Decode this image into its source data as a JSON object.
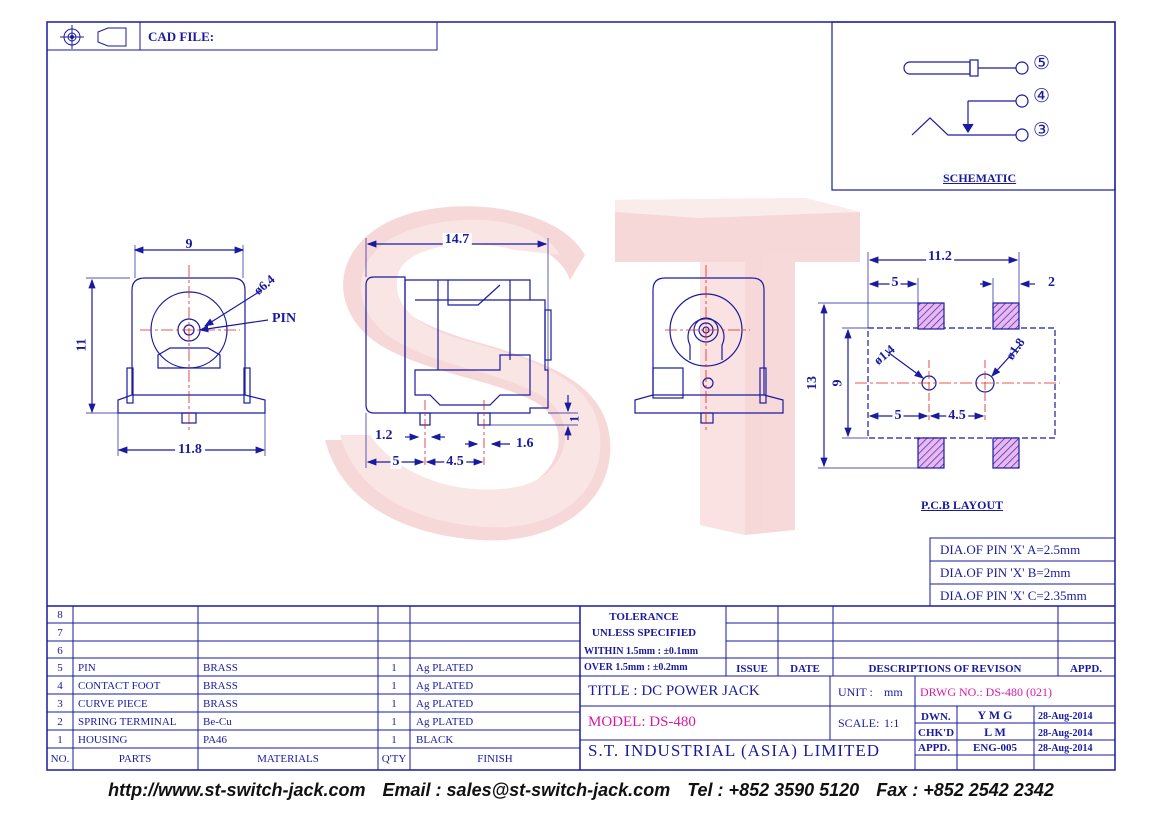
{
  "header": {
    "cad_file_label": "CAD FILE:"
  },
  "schematic": {
    "pins": [
      "⑤",
      "④",
      "③"
    ],
    "label": "SCHEMATIC"
  },
  "dimensions": {
    "front": {
      "width_top": "9",
      "hole_dia": "ø6.4",
      "pin_label": "PIN",
      "height": "11",
      "width_bottom": "11.8"
    },
    "side": {
      "length": "14.7",
      "pin_width": "1.2",
      "pin_gap": "1.6",
      "standoff": "1",
      "pos1": "5",
      "pos2": "4.5"
    },
    "pcb": {
      "width": "11.2",
      "left_offset": "5",
      "right_offset": "2",
      "outer_height": "13",
      "inner_height": "9",
      "hole1": "ø1.4",
      "hole2": "ø1.8",
      "spacing1": "5",
      "spacing2": "4.5",
      "label": "P.C.B LAYOUT"
    }
  },
  "pin_dias": [
    "DIA.OF PIN 'X' A=2.5mm",
    "DIA.OF PIN 'X' B=2mm",
    "DIA.OF PIN 'X' C=2.35mm"
  ],
  "watermark": "S T",
  "bom": {
    "headers": [
      "NO.",
      "PARTS",
      "MATERIALS",
      "Q'TY",
      "FINISH"
    ],
    "rows": [
      {
        "no": "8",
        "part": "",
        "material": "",
        "qty": "",
        "finish": ""
      },
      {
        "no": "7",
        "part": "",
        "material": "",
        "qty": "",
        "finish": ""
      },
      {
        "no": "6",
        "part": "",
        "material": "",
        "qty": "",
        "finish": ""
      },
      {
        "no": "5",
        "part": "PIN",
        "material": "BRASS",
        "qty": "1",
        "finish": "Ag PLATED"
      },
      {
        "no": "4",
        "part": "CONTACT FOOT",
        "material": "BRASS",
        "qty": "1",
        "finish": "Ag PLATED"
      },
      {
        "no": "3",
        "part": "CURVE PIECE",
        "material": "BRASS",
        "qty": "1",
        "finish": "Ag PLATED"
      },
      {
        "no": "2",
        "part": "SPRING TERMINAL",
        "material": "Be-Cu",
        "qty": "1",
        "finish": "Ag PLATED"
      },
      {
        "no": "1",
        "part": "HOUSING",
        "material": "PA46",
        "qty": "1",
        "finish": "BLACK"
      }
    ]
  },
  "tolerance": {
    "title": "TOLERANCE",
    "subtitle": "UNLESS SPECIFIED",
    "line1": "WITHIN 1.5mm : ±0.1mm",
    "line2": "OVER 1.5mm : ±0.2mm"
  },
  "revision": {
    "issue": "ISSUE",
    "date": "DATE",
    "desc": "DESCRIPTIONS OF REVISON",
    "appd": "APPD."
  },
  "title_block": {
    "title": "TITLE : DC POWER JACK",
    "unit_label": "UNIT :",
    "unit": "mm",
    "drwg": "DRWG NO.: DS-480 (021)",
    "model": "MODEL: DS-480",
    "scale_label": "SCALE:",
    "scale": "1:1",
    "dwn_label": "DWN.",
    "dwn": "Y M G",
    "dwn_date": "28-Aug-2014",
    "chk_label": "CHK'D",
    "chk": "L M",
    "chk_date": "28-Aug-2014",
    "appd_label": "APPD.",
    "appd": "ENG-005",
    "appd_date": "28-Aug-2014",
    "company": "S.T. INDUSTRIAL (ASIA) LIMITED"
  },
  "footer": {
    "web": "http://www.st-switch-jack.com",
    "email": "Email : sales@st-switch-jack.com",
    "tel": "Tel : +852 3590 5120",
    "fax": "Fax : +852 2542 2342"
  }
}
